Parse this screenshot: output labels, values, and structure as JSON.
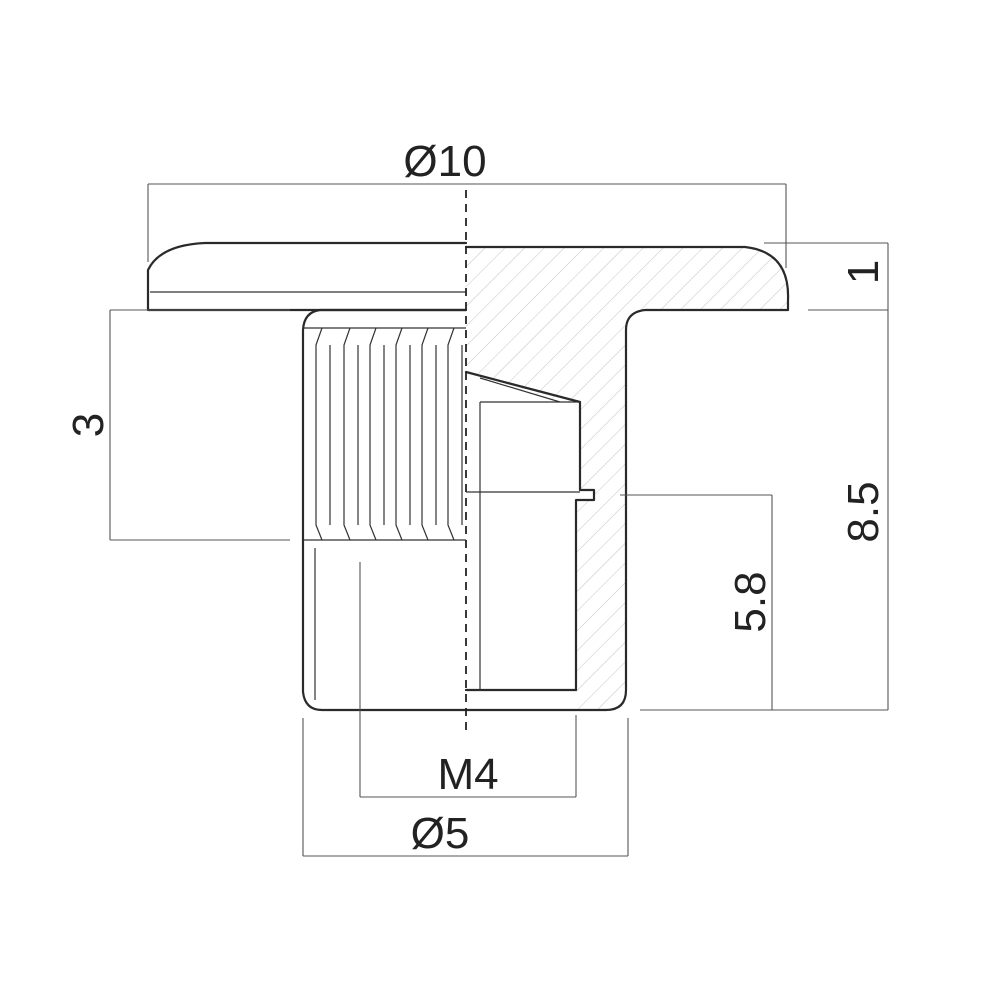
{
  "drawing": {
    "dimensions": {
      "flange_diameter": "Ø10",
      "flange_thickness": "1",
      "knurl_length": "3",
      "overall_length": "8.5",
      "thread_depth": "5.8",
      "thread_size": "M4",
      "body_diameter": "Ø5"
    },
    "colors": {
      "line": "#2a2a2a",
      "hatch": "#bdbdbd",
      "background": "#ffffff"
    }
  }
}
